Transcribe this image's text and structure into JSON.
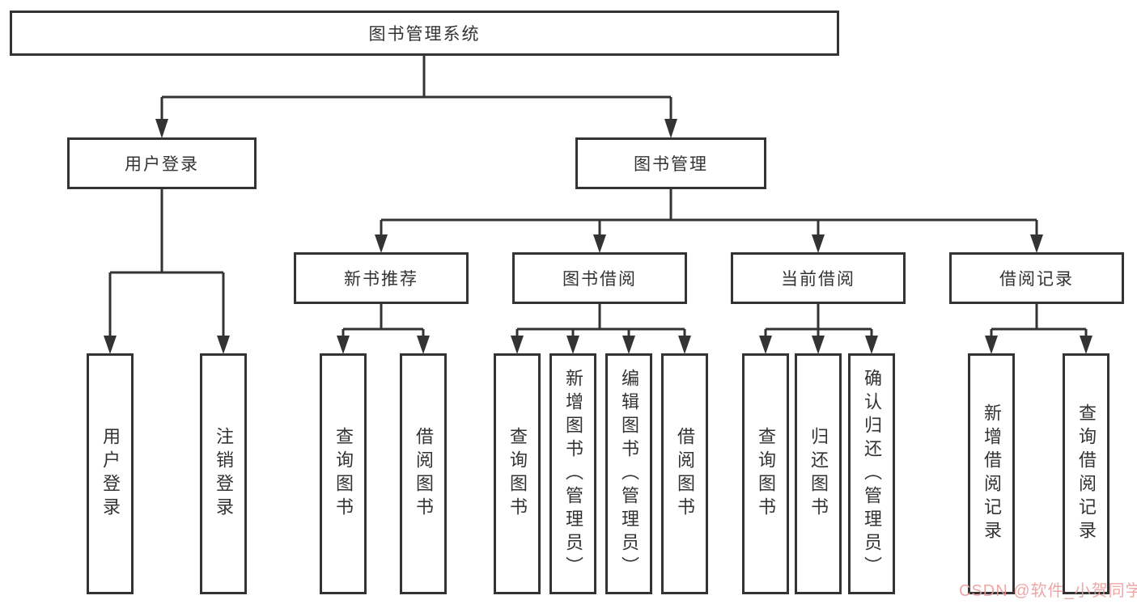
{
  "diagram": {
    "type": "hierarchy-tree",
    "colors": {
      "line": "#333333",
      "box_border": "#333333",
      "box_fill": "#ffffff",
      "text": "#333333",
      "watermark": "#ec9b9b",
      "background": "#ffffff"
    },
    "watermark": "CSDN @软件_小贺同学"
  },
  "nodes": {
    "root": "图书管理系统",
    "l2_user_login": "用户登录",
    "l2_book_mgmt": "图书管理",
    "l3_new_book_rec": "新书推荐",
    "l3_book_borrow": "图书借阅",
    "l3_current_borrow": "当前借阅",
    "l3_borrow_records": "借阅记录",
    "leaf_user_login": "用户登录",
    "leaf_logout": "注销登录",
    "leaf_rec_query_books": "查询图书",
    "leaf_rec_borrow_books": "借阅图书",
    "leaf_bb_query_books": "查询图书",
    "leaf_bb_add_books": "新增图书（管理员）",
    "leaf_bb_edit_books": "编辑图书（管理员）",
    "leaf_bb_borrow_books": "借阅图书",
    "leaf_cb_query_books": "查询图书",
    "leaf_cb_return_books": "归还图书",
    "leaf_cb_confirm_return": "确认归还（管理员）",
    "leaf_br_add_record": "新增借阅记录",
    "leaf_br_query_record": "查询借阅记录"
  },
  "structure": {
    "root_children": [
      "用户登录",
      "图书管理"
    ],
    "user_login_children": [
      "用户登录",
      "注销登录"
    ],
    "book_mgmt_children": [
      "新书推荐",
      "图书借阅",
      "当前借阅",
      "借阅记录"
    ],
    "new_book_rec_children": [
      "查询图书",
      "借阅图书"
    ],
    "book_borrow_children": [
      "查询图书",
      "新增图书（管理员）",
      "编辑图书（管理员）",
      "借阅图书"
    ],
    "current_borrow_children": [
      "查询图书",
      "归还图书",
      "确认归还（管理员）"
    ],
    "borrow_records_children": [
      "新增借阅记录",
      "查询借阅记录"
    ]
  }
}
